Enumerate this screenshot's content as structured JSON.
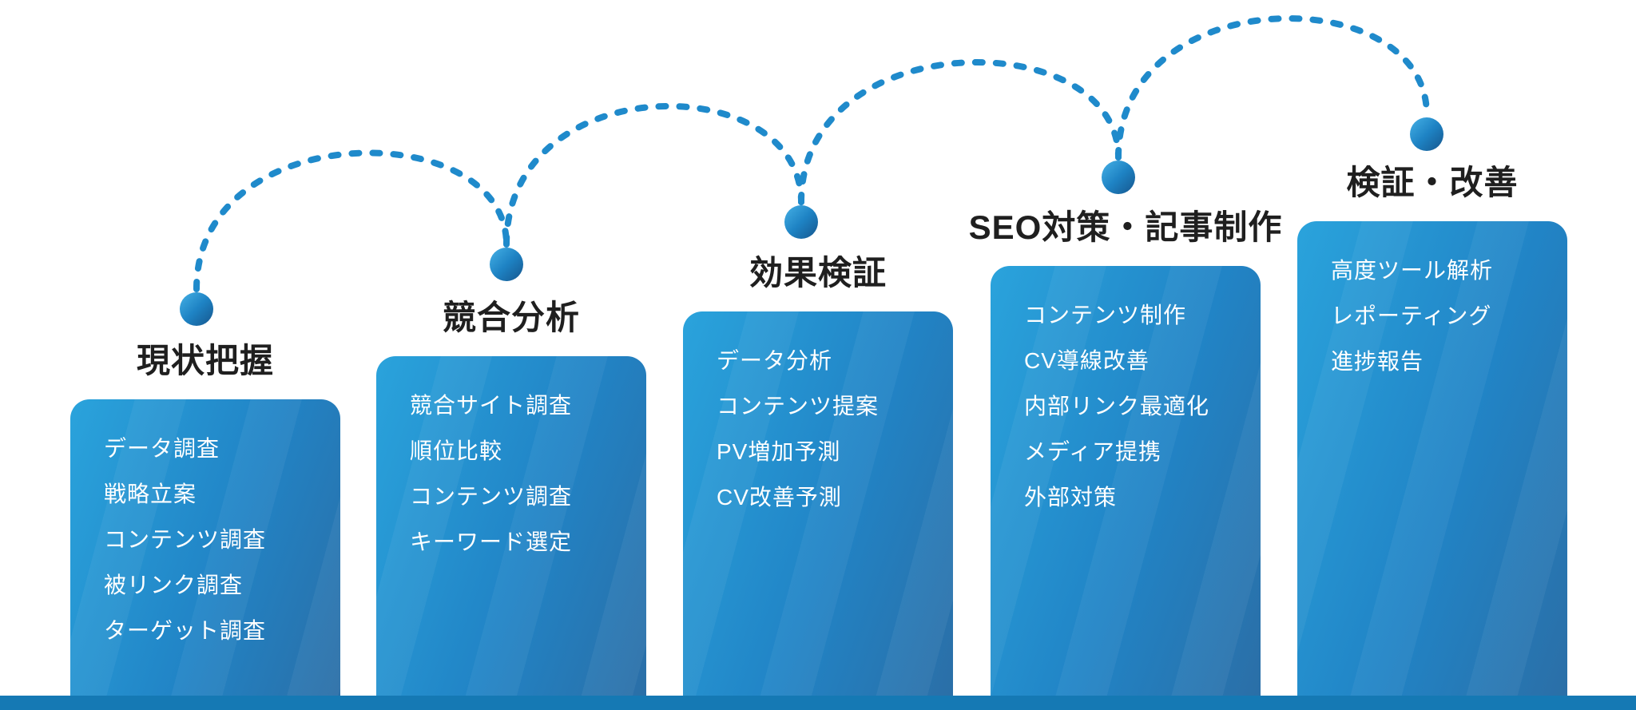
{
  "diagram": {
    "steps": [
      {
        "title": "現状把握",
        "items": [
          "データ調査",
          "戦略立案",
          "コンテンツ調査",
          "被リンク調査",
          "ターゲット調査"
        ]
      },
      {
        "title": "競合分析",
        "items": [
          "競合サイト調査",
          "順位比較",
          "コンテンツ調査",
          "キーワード選定"
        ]
      },
      {
        "title": "効果検証",
        "items": [
          "データ分析",
          "コンテンツ提案",
          "PV増加予測",
          "CV改善予測"
        ]
      },
      {
        "title": "SEO対策・記事制作",
        "items": [
          "コンテンツ制作",
          "CV導線改善",
          "内部リンク最適化",
          "メディア提携",
          "外部対策"
        ]
      },
      {
        "title": "検証・改善",
        "items": [
          "高度ツール解析",
          "レポーティング",
          "進捗報告"
        ]
      }
    ],
    "colors": {
      "background": "#ffffff",
      "card_gradient_start": "#2aa3dc",
      "card_gradient_mid": "#2184c6",
      "card_gradient_end": "#2b6ea6",
      "dot_light": "#46b1e6",
      "dot_mid": "#1e83c4",
      "dot_dark": "#16568d",
      "dash": "#1f8acb",
      "bottom_bar": "#1579b4",
      "title_text": "#1f1f1f",
      "item_text": "#ffffff"
    }
  }
}
